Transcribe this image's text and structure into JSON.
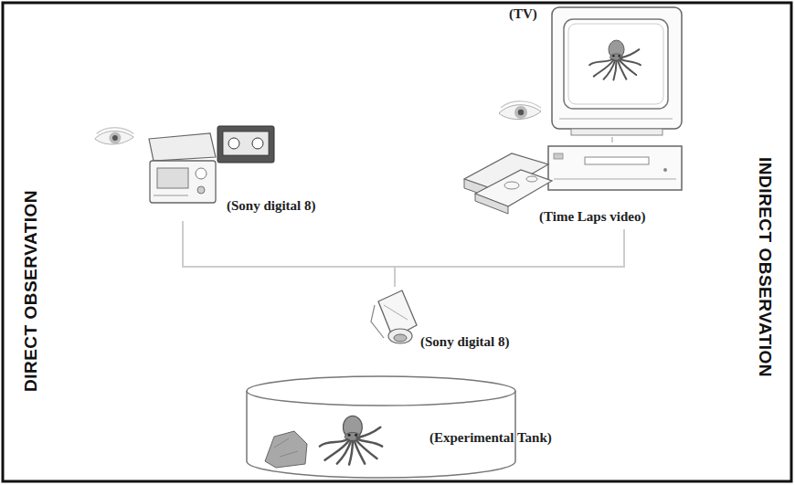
{
  "diagram": {
    "nodes": [
      {
        "text": [
          "(TV)"
        ]
      },
      {
        "text": [
          "(Sony digital 8)"
        ]
      },
      {
        "text": [
          "(Time Laps video)"
        ]
      },
      {
        "text": [
          "(Sony digital 8)"
        ]
      },
      {
        "text": [
          "(Experimental Tank)"
        ]
      }
    ],
    "edges": [
      {
        "from": 3,
        "to": 1,
        "arrow": "none"
      },
      {
        "from": 3,
        "to": 2,
        "arrow": "none"
      },
      {
        "from": 2,
        "to": 0,
        "arrow": "none"
      }
    ],
    "labels": [
      "DIRECT OBSERVATION",
      "INDIRECT OBSERVATION"
    ]
  }
}
